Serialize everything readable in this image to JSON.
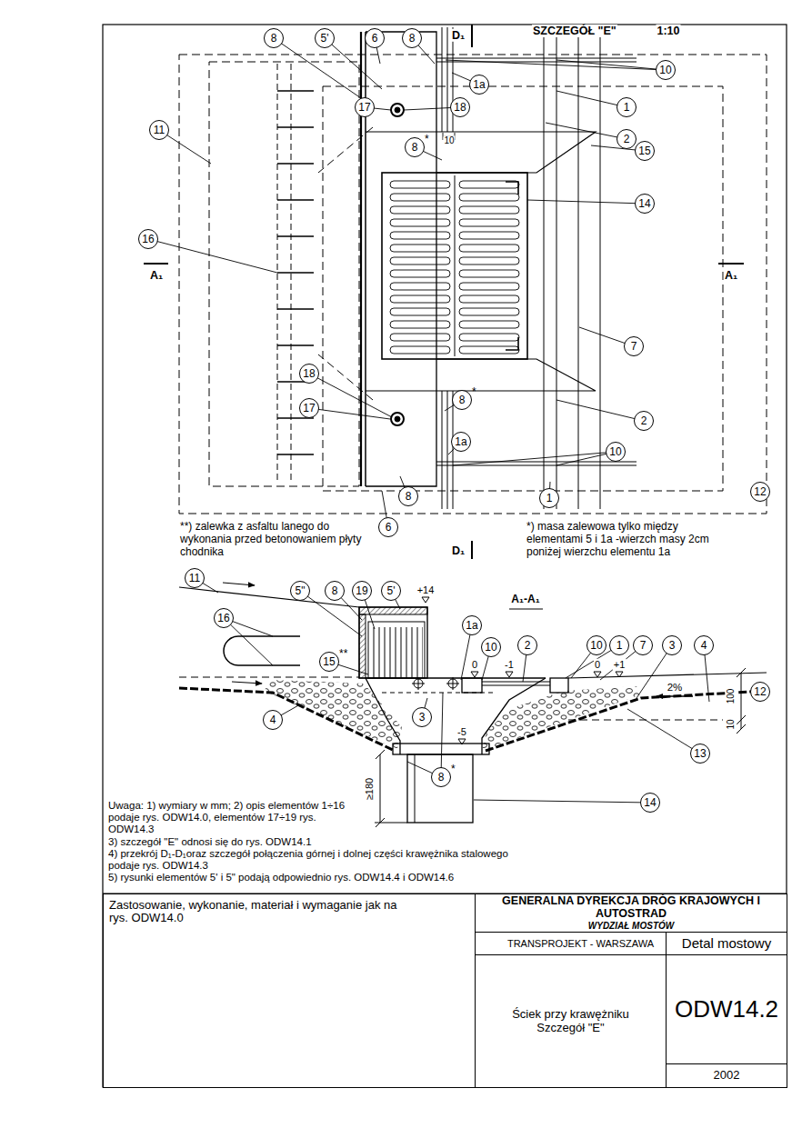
{
  "diagram": {
    "title": "SZCZEGÓŁ \"E\"",
    "nodes": [
      {
        "text": [
          "8"
        ]
      },
      {
        "text": [
          "5'"
        ]
      },
      {
        "text": [
          "6"
        ]
      },
      {
        "text": [
          "8"
        ]
      },
      {
        "text": [
          "10"
        ]
      },
      {
        "text": [
          "1a"
        ]
      },
      {
        "text": [
          "1"
        ]
      },
      {
        "text": [
          "17"
        ]
      },
      {
        "text": [
          "18"
        ]
      },
      {
        "text": [
          "11"
        ]
      },
      {
        "text": [
          "2"
        ]
      },
      {
        "text": [
          "8",
          "*"
        ]
      },
      {
        "text": [
          "15"
        ]
      },
      {
        "text": [
          "14"
        ]
      },
      {
        "text": [
          "16"
        ]
      },
      {
        "text": [
          "7"
        ]
      },
      {
        "text": [
          "18"
        ]
      },
      {
        "text": [
          "8",
          "*"
        ]
      },
      {
        "text": [
          "17"
        ]
      },
      {
        "text": [
          "2"
        ]
      },
      {
        "text": [
          "1a"
        ]
      },
      {
        "text": [
          "10"
        ]
      },
      {
        "text": [
          "8"
        ]
      },
      {
        "text": [
          "12"
        ]
      },
      {
        "text": [
          "1"
        ]
      },
      {
        "text": [
          "6"
        ]
      },
      {
        "text": [
          "11"
        ]
      },
      {
        "text": [
          "5\""
        ]
      },
      {
        "text": [
          "8"
        ]
      },
      {
        "text": [
          "19"
        ]
      },
      {
        "text": [
          "5'"
        ]
      },
      {
        "text": [
          "1a"
        ]
      },
      {
        "text": [
          "10"
        ]
      },
      {
        "text": [
          "2"
        ]
      },
      {
        "text": [
          "10"
        ]
      },
      {
        "text": [
          "1"
        ]
      },
      {
        "text": [
          "7"
        ]
      },
      {
        "text": [
          "3"
        ]
      },
      {
        "text": [
          "4"
        ]
      },
      {
        "text": [
          "12"
        ]
      },
      {
        "text": [
          "16"
        ]
      },
      {
        "text": [
          "15",
          "**"
        ]
      },
      {
        "text": [
          "4"
        ]
      },
      {
        "text": [
          "3"
        ]
      },
      {
        "text": [
          "13"
        ]
      },
      {
        "text": [
          "8",
          "*"
        ]
      },
      {
        "text": [
          "14"
        ]
      },
      {
        "text": [
          "Zastosowanie, wykonanie, materiał i wymaganie jak na rys. ODW14.0"
        ]
      },
      {
        "text": [
          "GENERALNA DYREKCJA DRÓG KRAJOWYCH I AUTOSTRAD",
          "WYDZIAŁ MOSTÓW"
        ]
      },
      {
        "text": [
          "TRANSPROJEKT - WARSZAWA"
        ]
      },
      {
        "text": [
          "Detal mostowy"
        ]
      },
      {
        "text": [
          "Ściek przy krawężniku Szczegół \"E\""
        ]
      },
      {
        "text": [
          "ODW14.2"
        ]
      },
      {
        "text": [
          "2002"
        ]
      }
    ],
    "labels": [
      "1:10",
      "D₁",
      "A₁",
      "A₁",
      "10",
      "D₁",
      "**) zalewka z asfaltu lanego do wykonania przed betonowaniem płyty chodnika",
      "*) masa zalewowa tylko między elementami 5 i 1a -wierzch masy 2cm poniżej wierzchu elementu 1a",
      "A₁-A₁",
      "+14",
      "0",
      "-1",
      "0",
      "+1",
      "2%",
      "100",
      "10",
      "-5",
      "≥180",
      "Uwaga: 1) wymiary w mm; 2) opis elementów 1÷16 podaje rys. ODW14.0, elementów 17÷19 rys. ODW14.3",
      "3) szczegół \"E\" odnosi się do rys. ODW14.1",
      "4) przekrój D₁-D₁oraz szczegół połączenia górnej i dolnej części krawężnika stalowego podaje rys. ODW14.3",
      "5) rysunki elementów 5' i 5\" podają odpowiednio rys. ODW14.4 i ODW14.6"
    ]
  }
}
